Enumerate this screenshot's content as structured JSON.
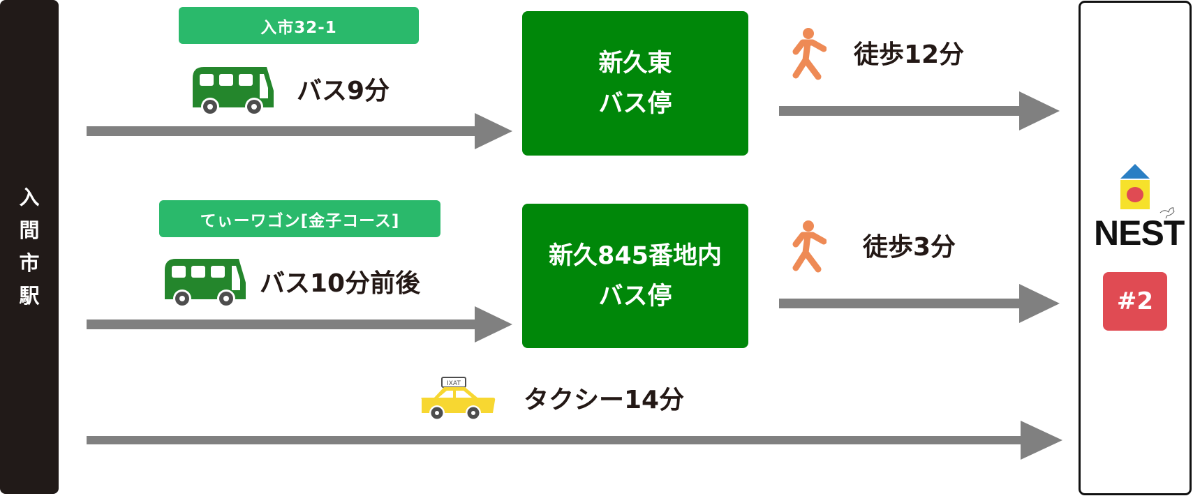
{
  "origin": {
    "label_chars": [
      "入",
      "間",
      "市",
      "駅"
    ],
    "label": "入間市駅"
  },
  "destination": {
    "logo_word": "NEST",
    "badge": "#2"
  },
  "routes": [
    {
      "tag": "入市32-1",
      "mode_icon": "bus-icon",
      "mode_text": "バス9分",
      "stop_lines": [
        "新久東",
        "バス停"
      ],
      "walk_icon": "walking-person-icon",
      "walk_text": "徒歩12分"
    },
    {
      "tag": "てぃーワゴン[金子コース]",
      "mode_icon": "bus-icon",
      "mode_text": "バス10分前後",
      "stop_lines": [
        "新久845番地内",
        "バス停"
      ],
      "walk_icon": "walking-person-icon",
      "walk_text": "徒歩3分"
    },
    {
      "mode_icon": "taxi-icon",
      "taxi_sign": "IXAT",
      "mode_text": "タクシー14分"
    }
  ],
  "colors": {
    "origin_bar": "#211a18",
    "tag_green": "#2ab96b",
    "stop_green": "#008709",
    "bus_green": "#24862c",
    "walker_orange": "#ee8a55",
    "taxi_yellow": "#f7d731",
    "arrow_gray": "#808080",
    "badge_red": "#e04b53"
  }
}
